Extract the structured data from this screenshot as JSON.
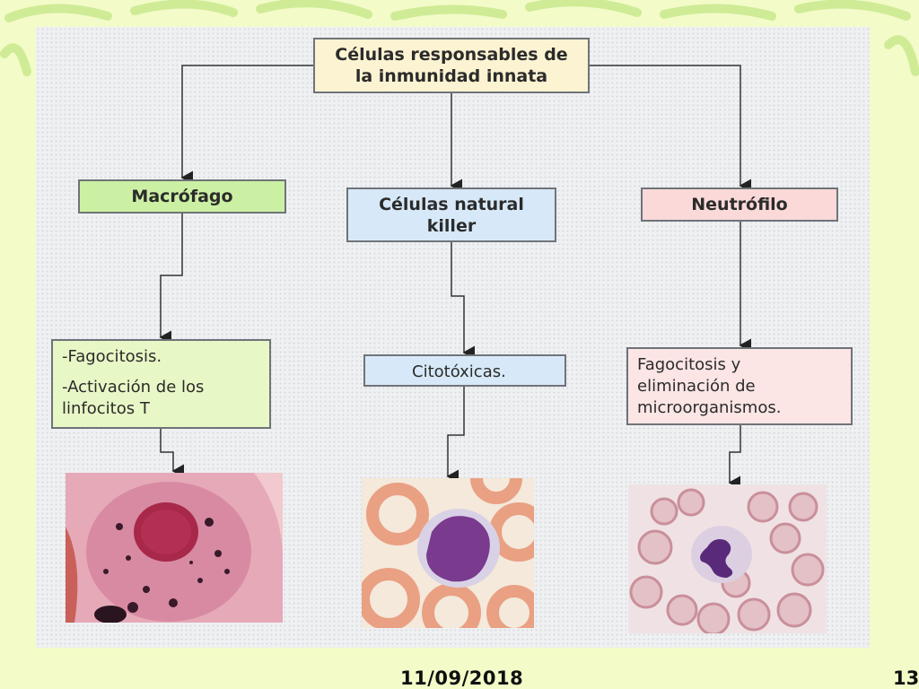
{
  "diagram": {
    "root": {
      "line1": "Células responsables de",
      "line2": "la inmunidad innata"
    },
    "branches": [
      {
        "title": "Macrófago",
        "desc": [
          "-Fagocitosis.",
          "-Activación de los",
          "linfocitos T"
        ],
        "image": "macrophage-micrograph"
      },
      {
        "title_line1": "Células natural",
        "title_line2": "killer",
        "desc": [
          "Citotóxicas."
        ],
        "image": "nk-cell-micrograph"
      },
      {
        "title": "Neutrófilo",
        "desc": [
          "Fagocitosis y",
          "eliminación de",
          "microorganismos."
        ],
        "image": "neutrophil-micrograph"
      }
    ]
  },
  "footer": {
    "date": "11/09/2018",
    "page": "13"
  },
  "colors": {
    "slide_background": "#f3fbc8",
    "macrophage_box": "#ccf0a3",
    "nk_box": "#d7e9f8",
    "neutrophil_box": "#fbd9d9",
    "root_box": "#fcf3d2"
  }
}
